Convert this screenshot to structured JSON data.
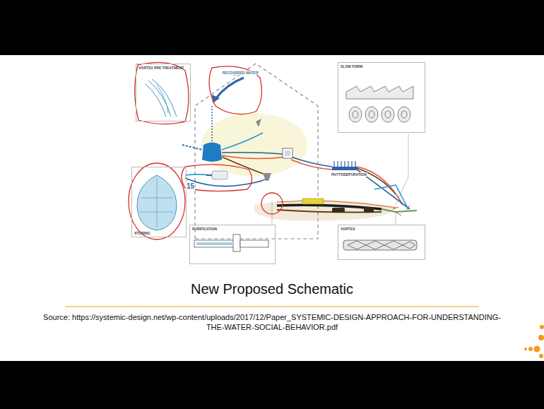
{
  "diagram": {
    "title": "New Proposed Schematic",
    "caption": "Source: https://systemic-design.net/wp-content/uploads/2017/12/Paper_SYSTEMIC-DESIGN-APPROACH-FOR-UNDERSTANDING-THE-WATER-SOCIAL-BEHAVIOR.pdf",
    "nodes": [
      {
        "text": [
          "VORTEX PRE TREATMENT"
        ]
      },
      {
        "text": [
          "STORING"
        ]
      },
      {
        "text": [
          "PURIFICATION"
        ]
      },
      {
        "text": [
          "SLOW FORM"
        ]
      },
      {
        "text": [
          "VORTEX"
        ]
      }
    ],
    "labels": [
      "RECOVERED WATER",
      "15",
      "PHYTODEPURATION"
    ]
  }
}
